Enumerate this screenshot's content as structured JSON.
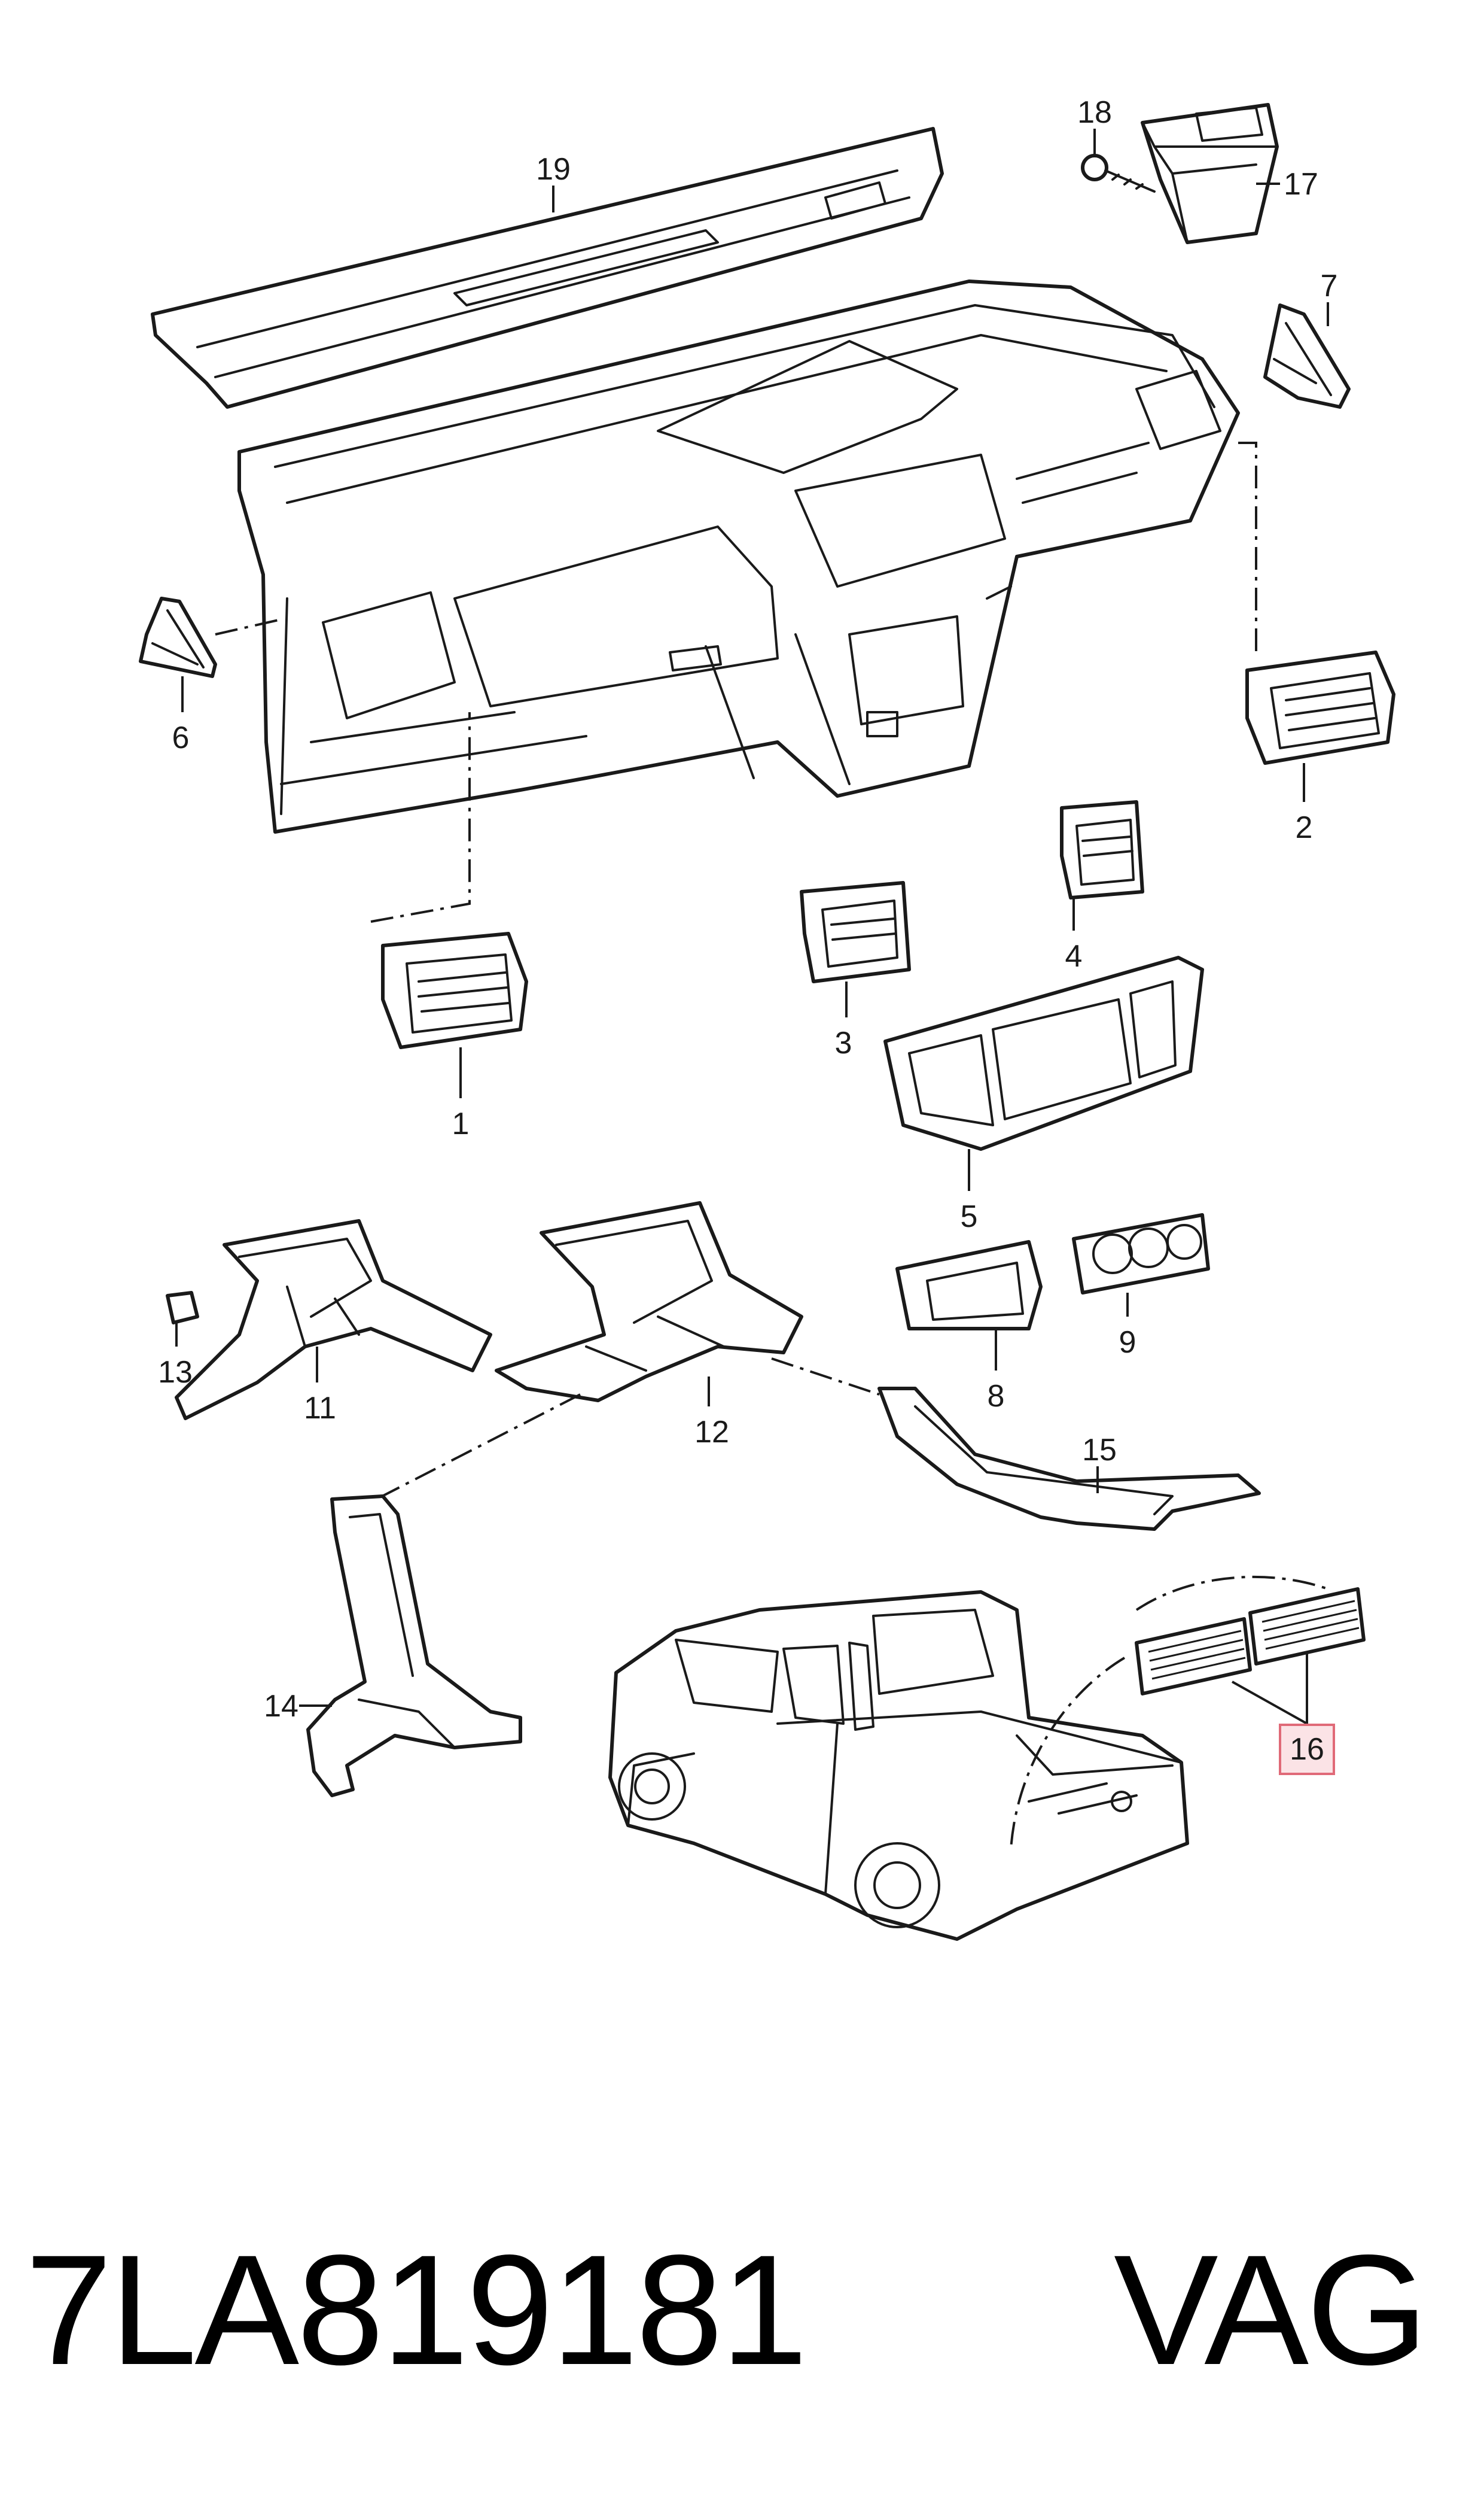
{
  "callouts": {
    "c1": "1",
    "c2": "2",
    "c3": "3",
    "c4": "4",
    "c5": "5",
    "c6": "6",
    "c7": "7",
    "c8": "8",
    "c9": "9",
    "c11": "11",
    "c12": "12",
    "c13": "13",
    "c14": "14",
    "c15": "15",
    "c16": "16",
    "c17": "17",
    "c18": "18",
    "c19": "19"
  },
  "highlight": {
    "callout": "16",
    "border_color": "#e06a78",
    "fill_color": "#fbe3e6"
  },
  "footer": {
    "part_number": "7LA819181",
    "brand": "VAG"
  }
}
